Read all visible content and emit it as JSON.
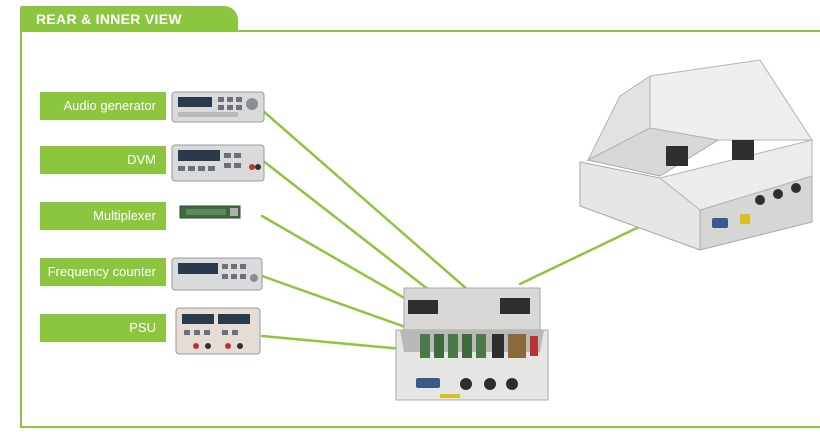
{
  "section_title": "REAR & INNER VIEW",
  "instruments": [
    {
      "label": "Audio generator",
      "icon": "audio-generator-icon"
    },
    {
      "label": "DVM",
      "icon": "dvm-icon"
    },
    {
      "label": "Multiplexer",
      "icon": "multiplexer-icon"
    },
    {
      "label": "Frequency counter",
      "icon": "frequency-counter-icon"
    },
    {
      "label": "PSU",
      "icon": "psu-icon"
    }
  ],
  "colors": {
    "accent": "#8cc63f",
    "housing": "#e8e8e6",
    "instrument_body": "#d9dadc",
    "instrument_display": "#2a3a4a"
  }
}
